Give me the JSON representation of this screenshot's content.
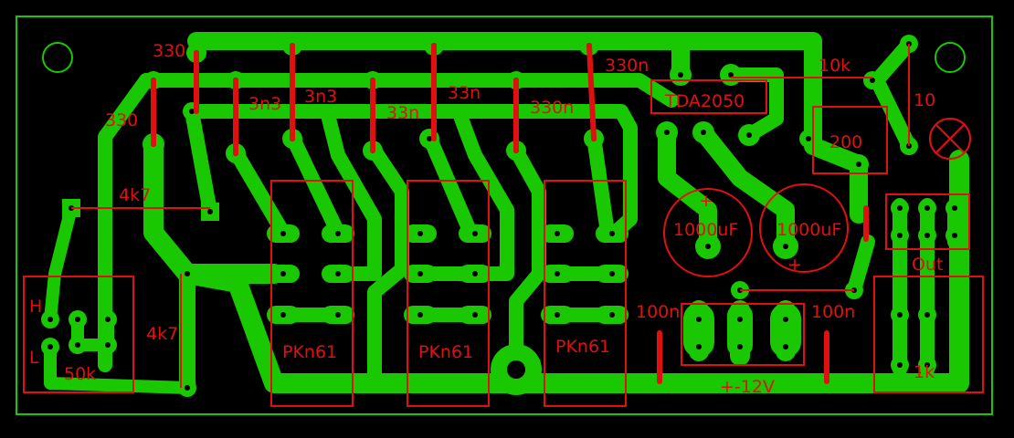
{
  "labels": {
    "r330_top": "330",
    "r330_left": "330",
    "c3n3_a": "3n3",
    "c3n3_b": "3n3",
    "c33n_a": "33n",
    "c33n_b": "33n",
    "c330n_a": "330n",
    "c330n_b": "330n",
    "ic": "TDA2050",
    "r10k": "10k",
    "r10": "10",
    "r200": "200",
    "r4k7_top": "4k7",
    "r4k7_mid": "4k7",
    "cap1": "1000uF",
    "cap2": "1000uF",
    "plus1": "+",
    "plus2": "+",
    "c100n_l": "100n",
    "c100n_r": "100n",
    "out": "Out",
    "pot_h": "H",
    "pot_l": "L",
    "pot_val": "50k",
    "pk1": "PKn61",
    "pk2": "PKn61",
    "pk3": "PKn61",
    "supply": "+-12V",
    "r1k": "1k"
  },
  "colors": {
    "background": "#000000",
    "copper": "#19c800",
    "silkscreen": "#e01010",
    "board_edge": "#19c800"
  }
}
